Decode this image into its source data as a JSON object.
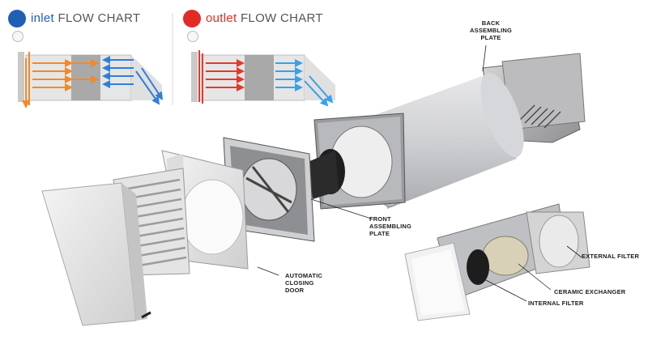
{
  "flow_charts": [
    {
      "keyword": "inlet",
      "rest": " FLOW CHART",
      "accent": "#1f5fb4"
    },
    {
      "keyword": "outlet",
      "rest": " FLOW CHART",
      "accent": "#e32b25"
    }
  ],
  "callouts": {
    "back_plate": [
      "BACK",
      "ASSEMBLING",
      "PLATE"
    ],
    "front_plate": [
      "FRONT",
      "ASSEMBLING",
      "PLATE"
    ],
    "closing_door": [
      "AUTOMATIC",
      "CLOSING",
      "DOOR"
    ],
    "external_filter": "EXTERNAL FILTER",
    "ceramic_exchanger": "CERAMIC EXCHANGER",
    "internal_filter": "INTERNAL FILTER"
  },
  "colors": {
    "inlet_orange": "#f08a2b",
    "inlet_blue": "#2f7fd6",
    "outlet_red": "#e23a2a",
    "outlet_blue": "#3aa0e8",
    "ceramic": "#d9d0b8"
  }
}
